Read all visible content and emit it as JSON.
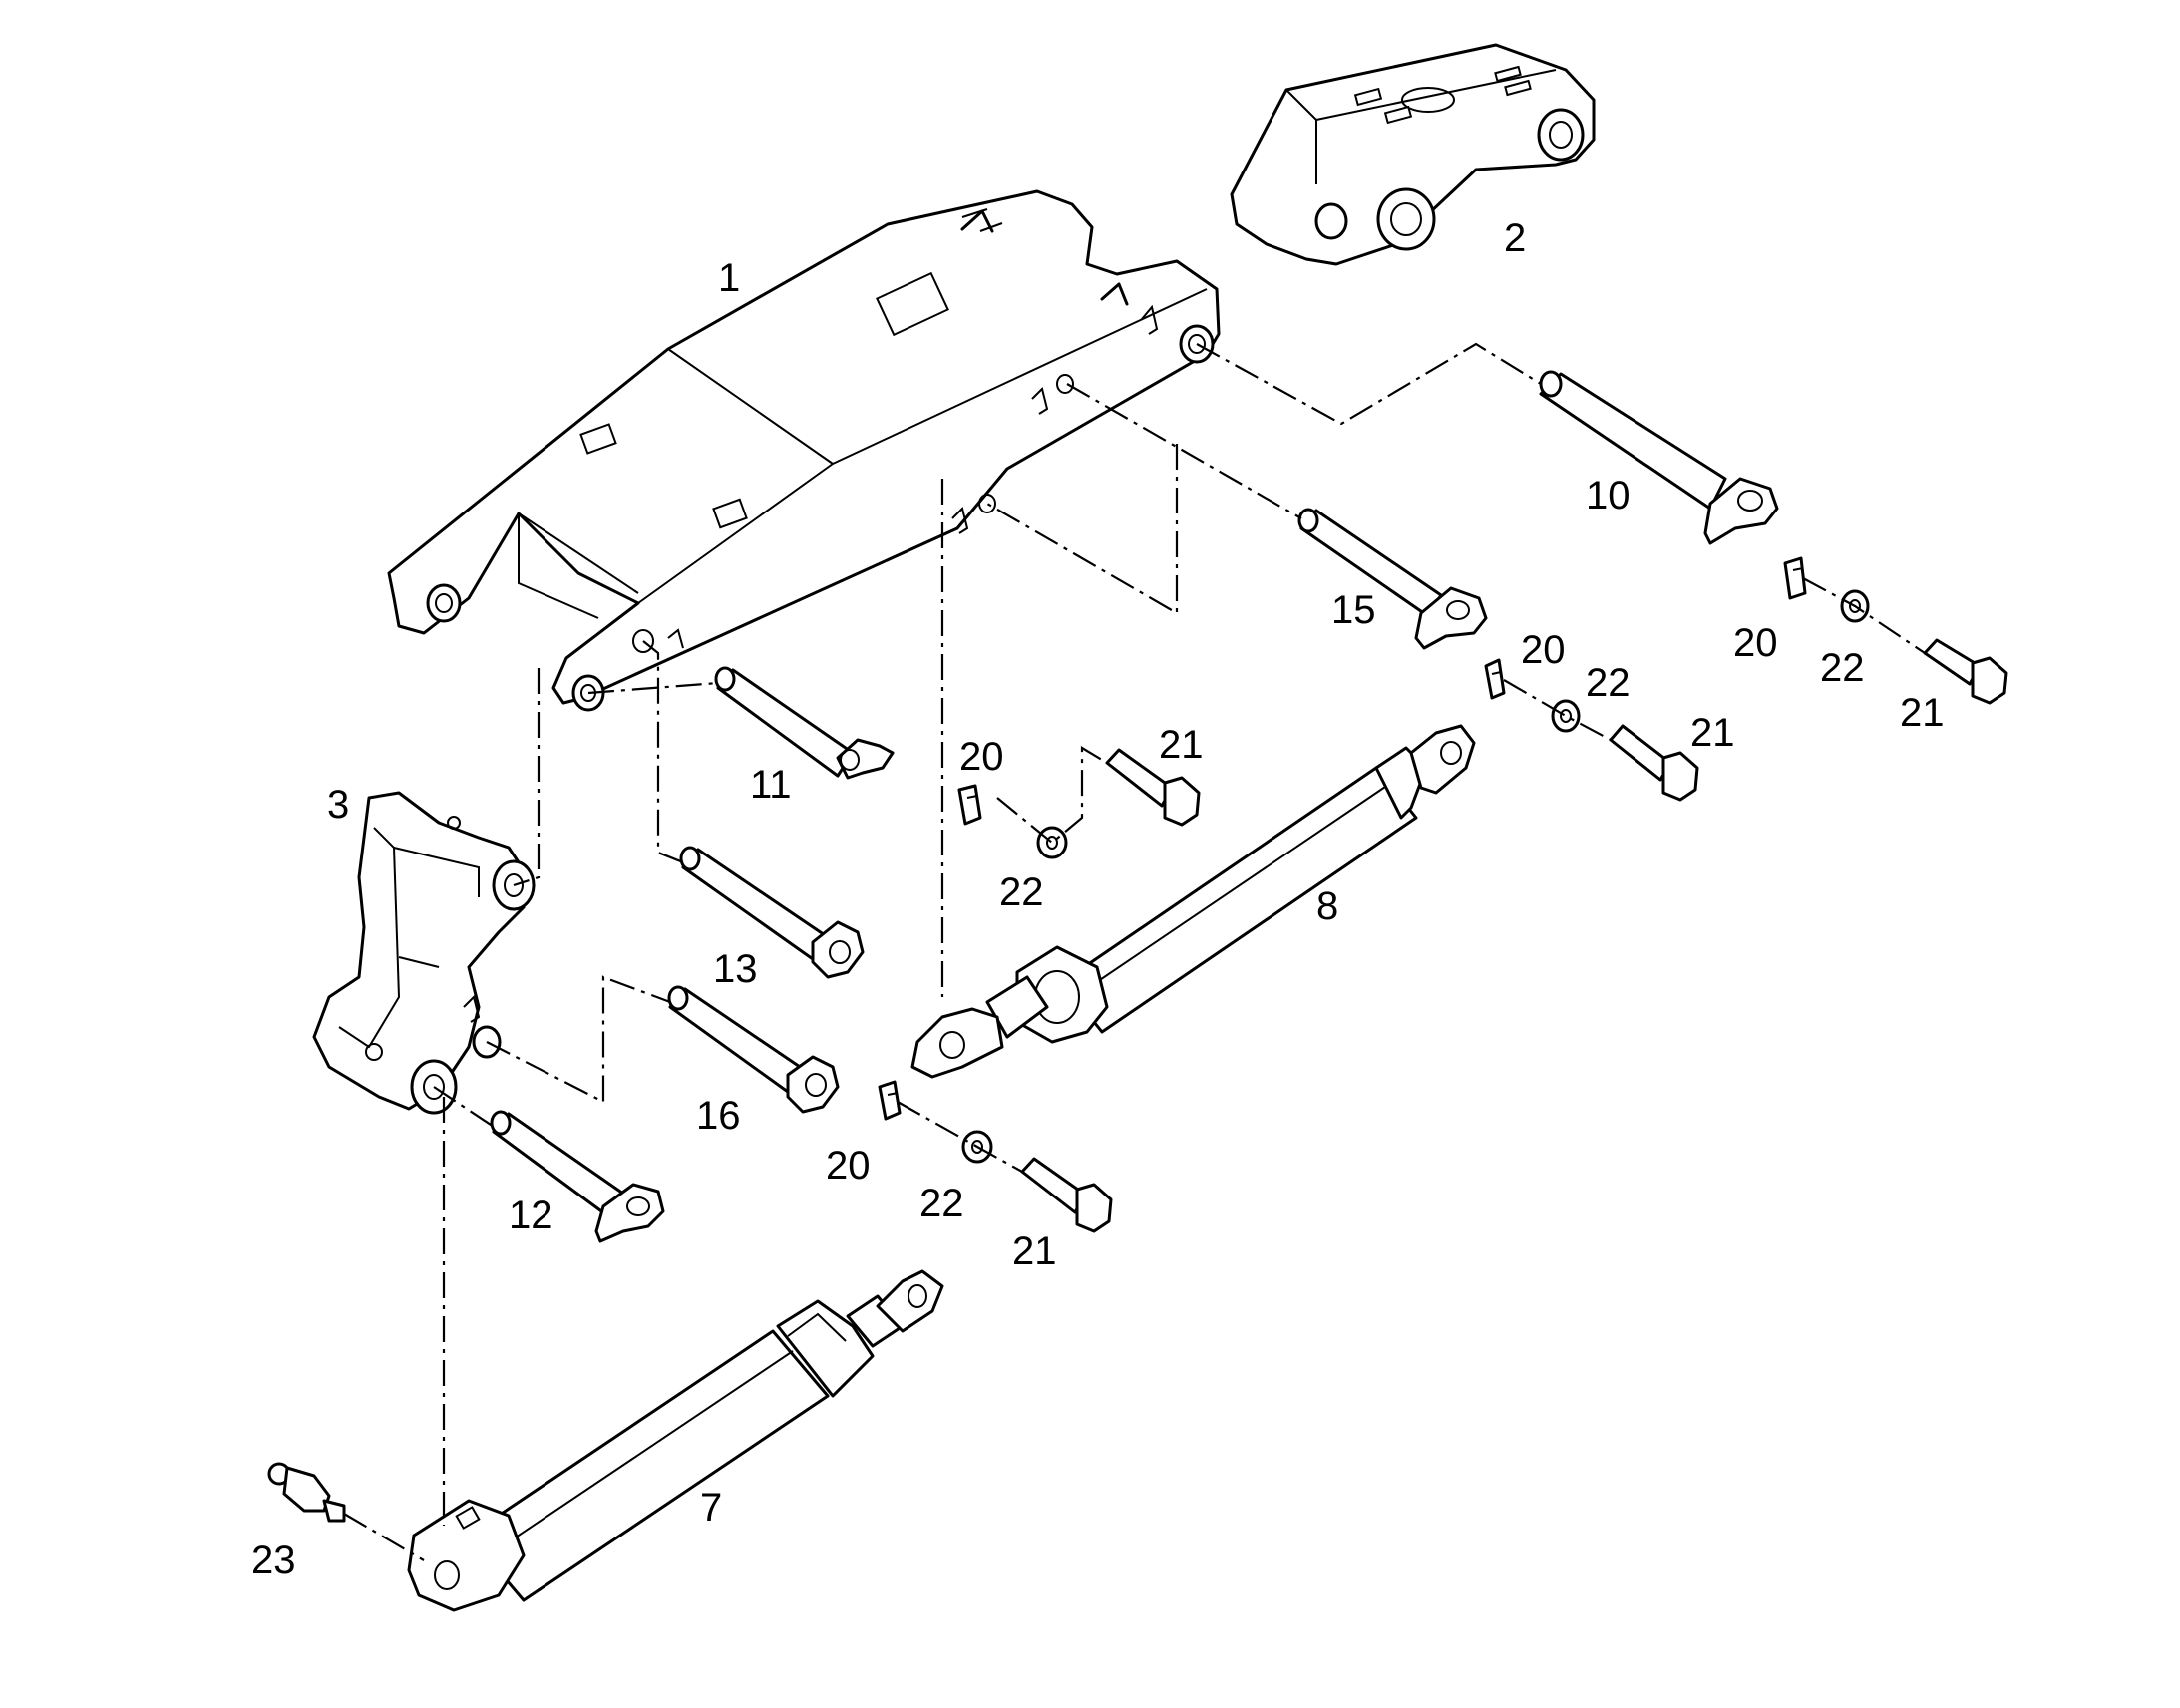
{
  "labels": {
    "p1": "1",
    "p2": "2",
    "p3": "3",
    "p7": "7",
    "p8": "8",
    "p10": "10",
    "p11": "11",
    "p12": "12",
    "p13": "13",
    "p15": "15",
    "p16": "16",
    "p20a": "20",
    "p20b": "20",
    "p20c": "20",
    "p20d": "20",
    "p21a": "21",
    "p21b": "21",
    "p21c": "21",
    "p21d": "21",
    "p22a": "22",
    "p22b": "22",
    "p22c": "22",
    "p22d": "22",
    "p23": "23"
  }
}
